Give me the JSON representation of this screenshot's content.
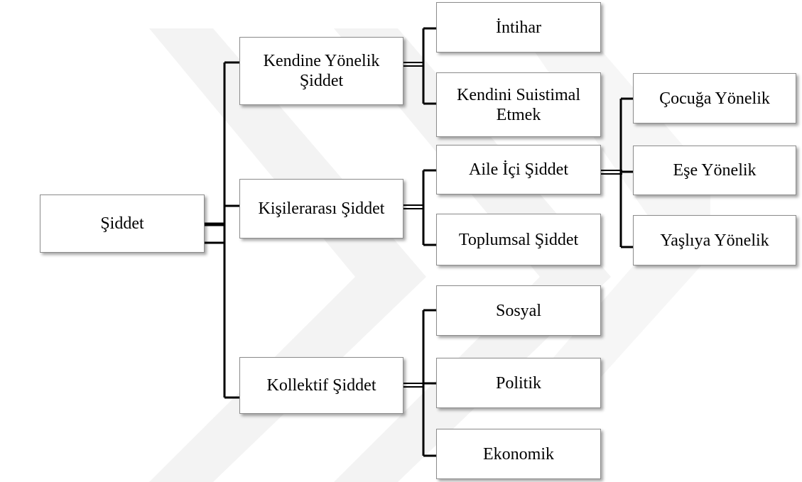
{
  "colors": {
    "box_border": "#8c8c8c",
    "connector": "#000000",
    "text": "#000000",
    "watermark": "#f2f2f2"
  },
  "diagram": {
    "type": "tree",
    "root": {
      "label": "Şiddet"
    },
    "level1": [
      {
        "label": "Kendine Yönelik\nŞiddet"
      },
      {
        "label": "Kişilerarası Şiddet"
      },
      {
        "label": "Kollektif Şiddet"
      }
    ],
    "level2": {
      "self_directed": [
        {
          "label": "İntihar"
        },
        {
          "label": "Kendini Suistimal\nEtmek"
        }
      ],
      "interpersonal": [
        {
          "label": "Aile İçi Şiddet"
        },
        {
          "label": "Toplumsal Şiddet"
        }
      ],
      "collective": [
        {
          "label": "Sosyal"
        },
        {
          "label": "Politik"
        },
        {
          "label": "Ekonomik"
        }
      ]
    },
    "level3": {
      "family": [
        {
          "label": "Çocuğa Yönelik"
        },
        {
          "label": "Eşe Yönelik"
        },
        {
          "label": "Yaşlıya Yönelik"
        }
      ]
    }
  }
}
